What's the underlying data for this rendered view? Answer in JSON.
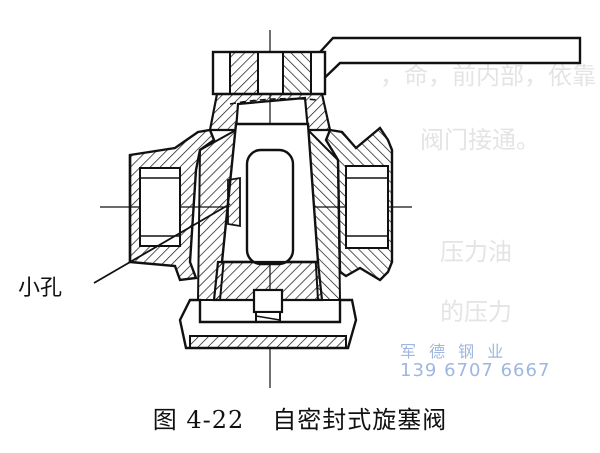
{
  "figure": {
    "number": "图 4-22",
    "title": "自密封式旋塞阀",
    "callout_label": "小孔"
  },
  "watermark": {
    "company": "军 德 钢 业",
    "phone": "139 6707 6667",
    "color": "#9fb6e0"
  },
  "colors": {
    "line": "#111111",
    "background": "#ffffff"
  }
}
